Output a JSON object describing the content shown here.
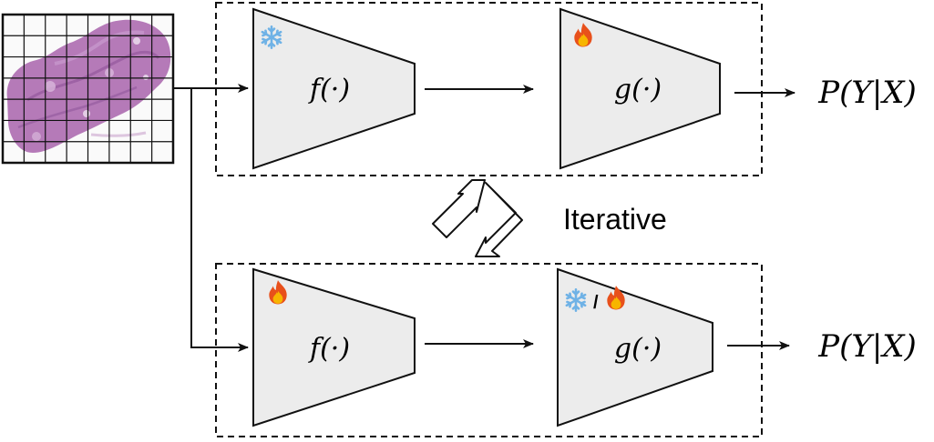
{
  "top_row": {
    "encoder_label": "f(·)",
    "head_label": "g(·)",
    "output_label": "P(Y|X)",
    "encoder_state_icon": "snowflake-icon",
    "head_state_icon": "flame-icon"
  },
  "bottom_row": {
    "encoder_label": "f(·)",
    "head_label": "g(·)",
    "output_label": "P(Y|X)",
    "encoder_state_icon": "flame-icon",
    "head_state_icons": [
      "snowflake-icon",
      "flame-icon"
    ],
    "head_state_separator": "/"
  },
  "cycle_label": "Iterative",
  "colors": {
    "trapezoid_fill": "#ececec",
    "stroke": "#111111",
    "tissue_primary": "#b57ab8",
    "tissue_dark": "#8a4f96",
    "snowflake": "#6fb2e6",
    "flame_outer": "#e8501b",
    "flame_inner": "#f7b500"
  }
}
